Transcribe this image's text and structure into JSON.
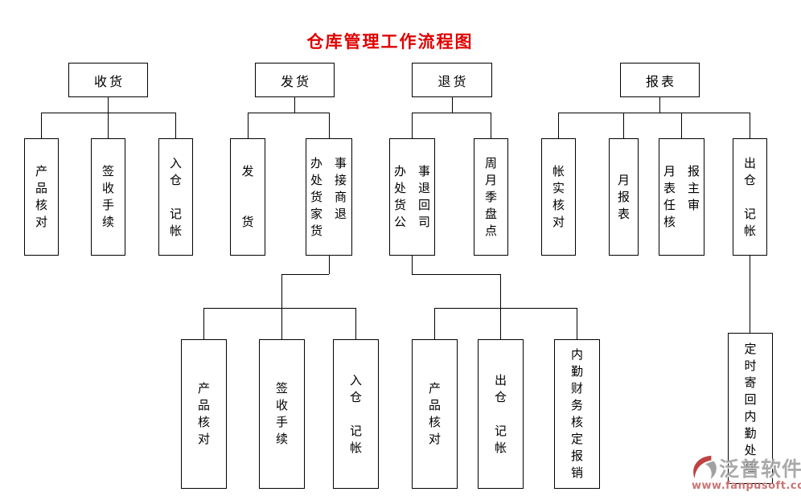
{
  "title": "仓库管理工作流程图",
  "colors": {
    "title": "#e00000",
    "line": "#000000",
    "box_border": "#000000"
  },
  "nodes": {
    "receive": {
      "label": "收货",
      "check": "产\n品\n核\n对",
      "sign": "签\n收\n手\n续",
      "book": "入\n仓\n　\n记\n帐"
    },
    "ship": {
      "label": "发货",
      "dispatch": "发\n　\n　\n货",
      "office": "办　事\n处　接\n货　商\n家　退\n货",
      "check": "产\n品\n核\n对",
      "sign": "签\n收\n手\n续",
      "book": "入\n仓\n　\n记\n帐"
    },
    "returns": {
      "label": "退货",
      "office": "办　事\n处　退\n货　回\n公　司",
      "inventory": "周\n月\n季\n盘\n点",
      "check": "产\n品\n核\n对",
      "outbook": "出\n仓\n　\n记\n帐",
      "finance": "内\n勤\n财\n务\n核\n定\n报\n销"
    },
    "report": {
      "label": "报表",
      "account_check": "帐\n实\n核\n对",
      "monthly": "月\n报\n表",
      "review": "月　报\n表　主\n任　审\n核",
      "outbook": "出\n仓\n　\n记\n帐",
      "mailback": "定\n时\n寄\n回\n内\n勤\n处\n理"
    }
  },
  "watermark": {
    "brand": "泛普软件",
    "url": "www.fanpusoft.com"
  }
}
